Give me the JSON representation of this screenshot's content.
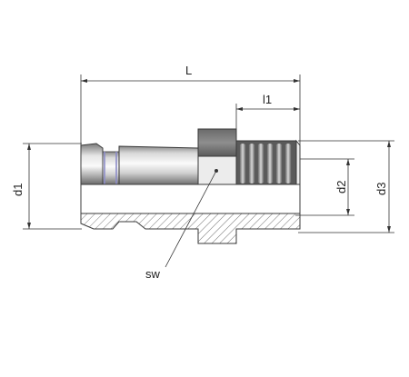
{
  "labels": {
    "L": "L",
    "l1": "l1",
    "d1": "d1",
    "d2": "d2",
    "d3": "d3",
    "sw": "sw"
  },
  "colors": {
    "metal_light": "#f2f2f2",
    "metal_dark": "#6e6e6e",
    "hex_dark": "#5a5a5a",
    "hatch": "#555555",
    "seal_ring": "#8c8cc8",
    "outline": "#3a3a3a"
  }
}
